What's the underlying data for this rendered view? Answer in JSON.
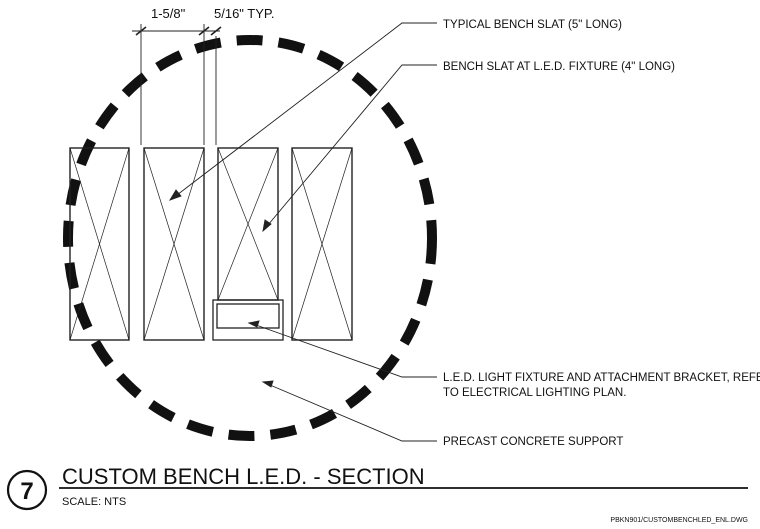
{
  "dimensions": {
    "slat_width": "1-5/8\"",
    "gap_typical": "5/16\" TYP."
  },
  "callouts": [
    "TYPICAL BENCH SLAT (5\" LONG)",
    "BENCH SLAT AT L.E.D. FIXTURE (4\" LONG)",
    "L.E.D. LIGHT FIXTURE AND ATTACHMENT BRACKET, REFER",
    "TO ELECTRICAL LIGHTING PLAN.",
    "PRECAST CONCRETE SUPPORT"
  ],
  "title_block": {
    "detail_number": "7",
    "title": "CUSTOM BENCH L.E.D. - SECTION",
    "scale": "SCALE: NTS",
    "file_ref": "PBKN901/CUSTOMBENCHLED_ENL.DWG"
  }
}
